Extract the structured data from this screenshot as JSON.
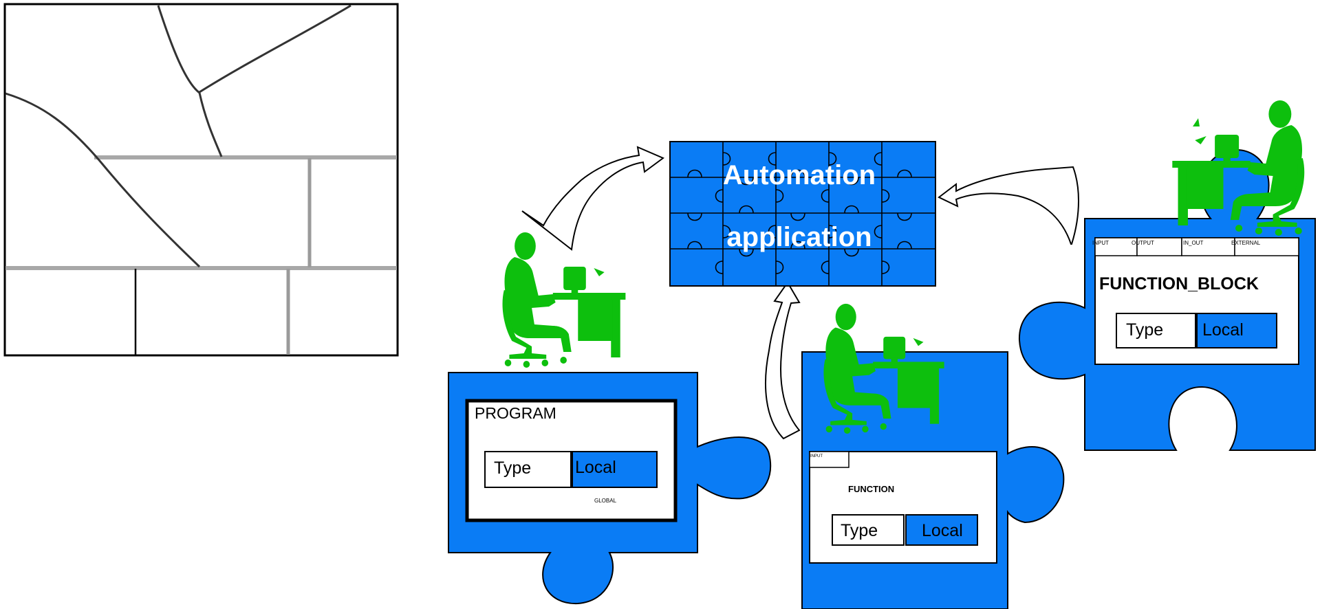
{
  "center": {
    "line1": "Automation",
    "line2": "application"
  },
  "program": {
    "title": "PROGRAM",
    "type_label": "Type",
    "local_label": "Local",
    "global_label": "GLOBAL"
  },
  "function": {
    "title": "FUNCTION",
    "input_tab": "INPUT",
    "type_label": "Type",
    "local_label": "Local"
  },
  "function_block": {
    "title": "FUNCTION_BLOCK",
    "tabs": [
      "INPUT",
      "OUTPUT",
      "IN_OUT",
      "EXTERNAL"
    ],
    "type_label": "Type",
    "local_label": "Local"
  },
  "colors": {
    "puzzle_blue": "#0a7cf5",
    "person_green": "#0dbf0d",
    "outline": "#000000"
  },
  "icons": [
    "person-at-desk-icon",
    "curved-arrow-icon",
    "puzzle-piece-icon"
  ]
}
